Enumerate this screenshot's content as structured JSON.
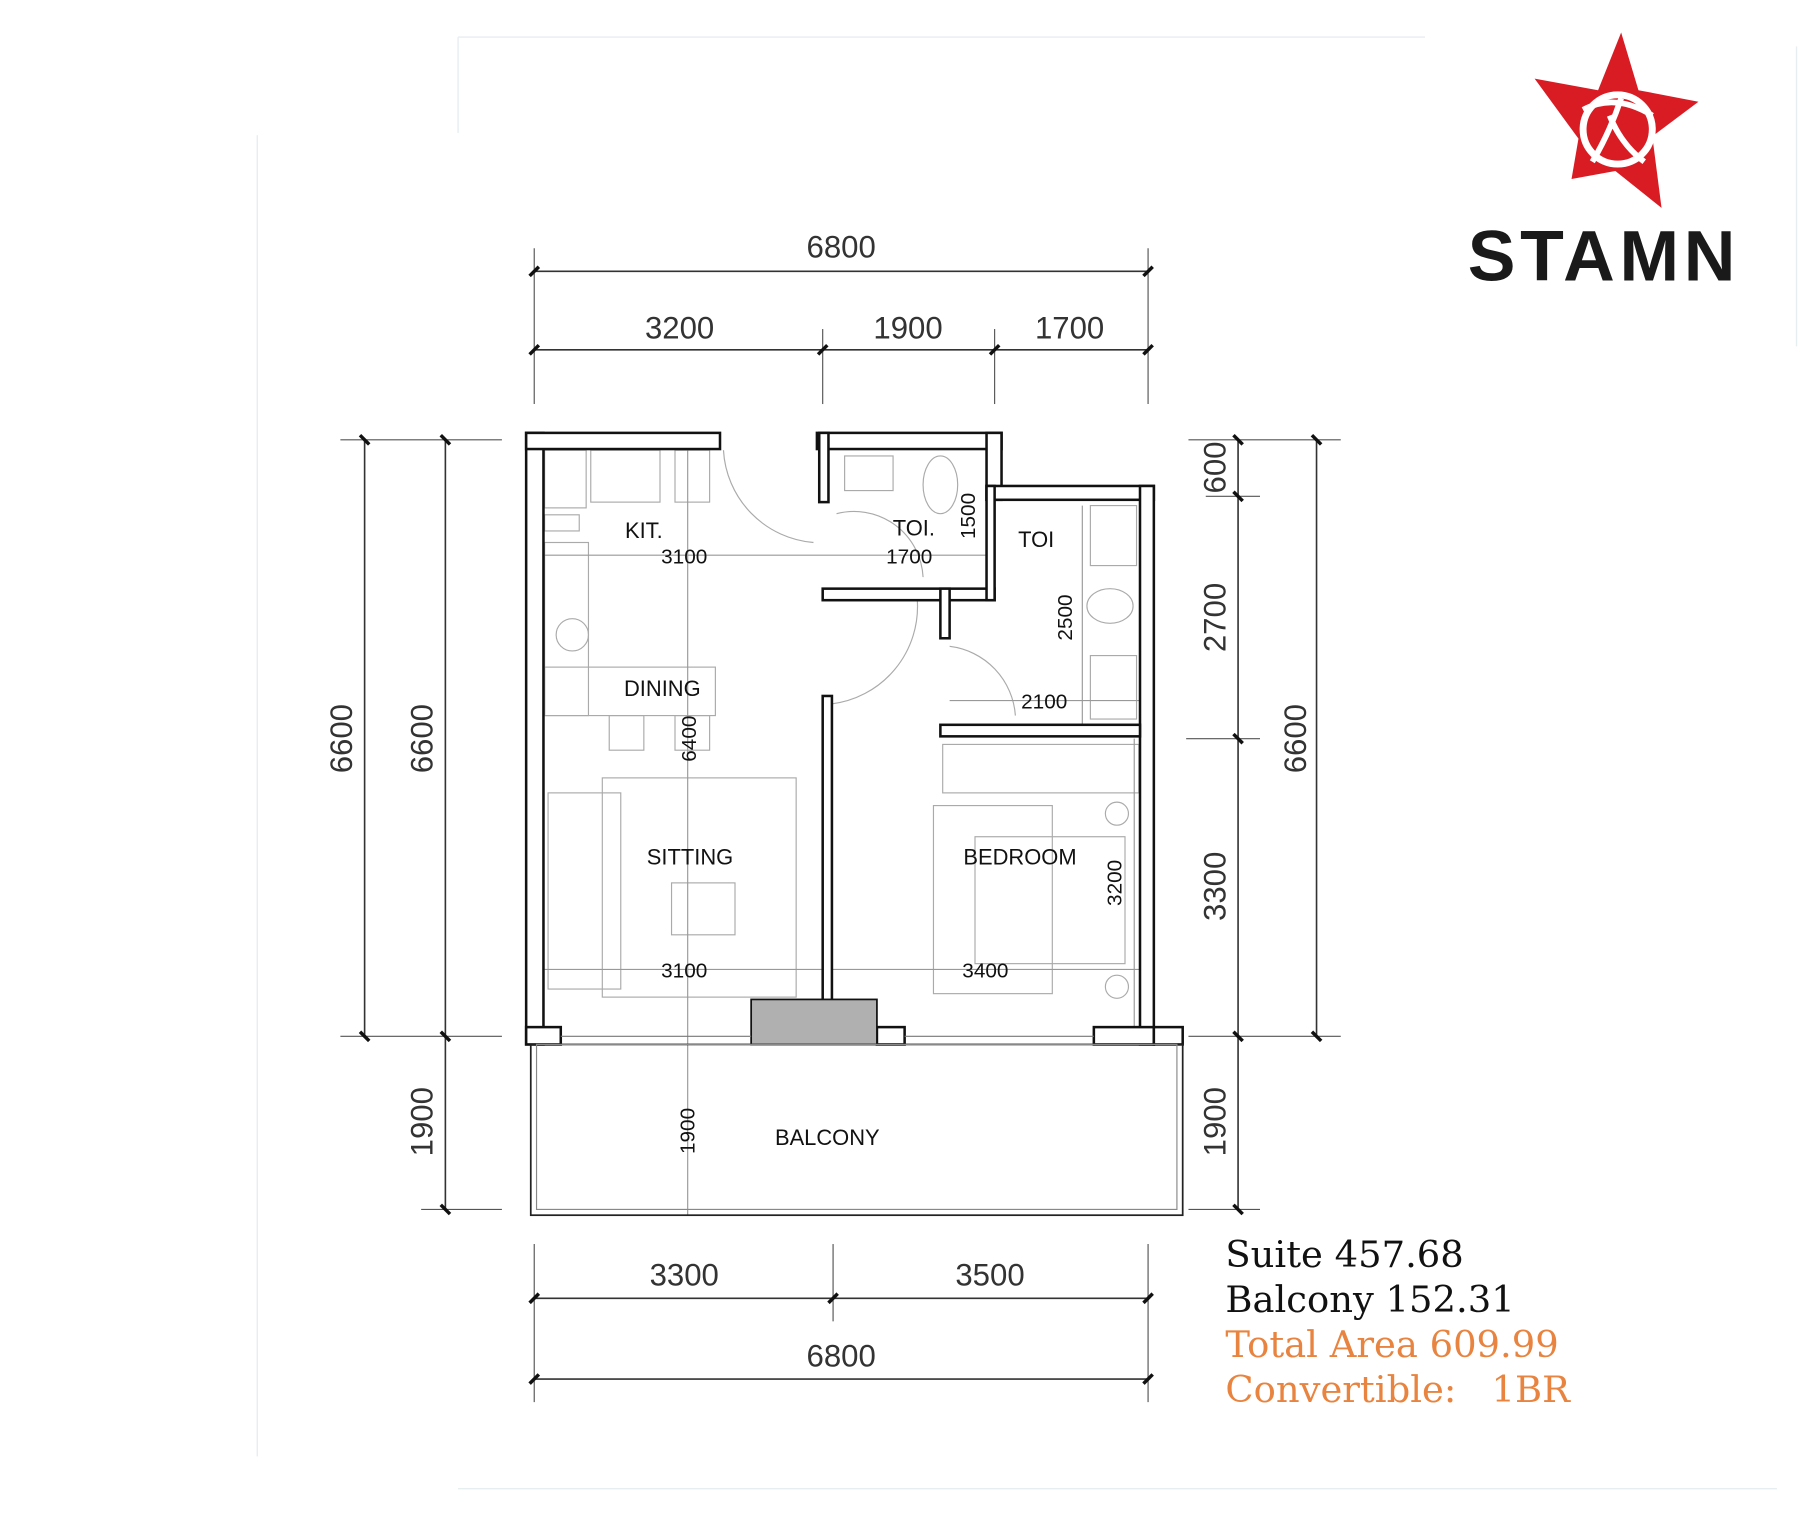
{
  "logo": {
    "name": "STAMN",
    "color": "#d91c24"
  },
  "dimensions": {
    "top_total": "6800",
    "top_segments": [
      "3200",
      "1900",
      "1700"
    ],
    "left_outer": "6600",
    "left_inner": "6600",
    "left_balcony": "1900",
    "right_segments": [
      "600",
      "2700",
      "3300",
      "1900"
    ],
    "right_total": "6600",
    "bottom_segments": [
      "3300",
      "3500"
    ],
    "bottom_total": "6800"
  },
  "rooms": {
    "kitchen": "KIT.",
    "toilet1": "TOI.",
    "toilet2": "TOI",
    "dining": "DINING",
    "sitting": "SITTING",
    "bedroom": "BEDROOM",
    "balcony": "BALCONY"
  },
  "interior_dims": {
    "kit_width": "3100",
    "toi1_width": "1700",
    "toi1_depth": "1500",
    "toi2_depth": "2500",
    "toi2_width": "2100",
    "living_depth": "6400",
    "bedroom_depth": "3200",
    "sitting_width": "3100",
    "bedroom_width": "3400",
    "balcony_depth": "1900"
  },
  "areas": {
    "suite": "Suite 457.68",
    "balcony": "Balcony 152.31",
    "total": "Total Area 609.99",
    "convertible": "Convertible:   1BR"
  },
  "colors": {
    "highlight": "#e8843f",
    "text": "#111111"
  }
}
